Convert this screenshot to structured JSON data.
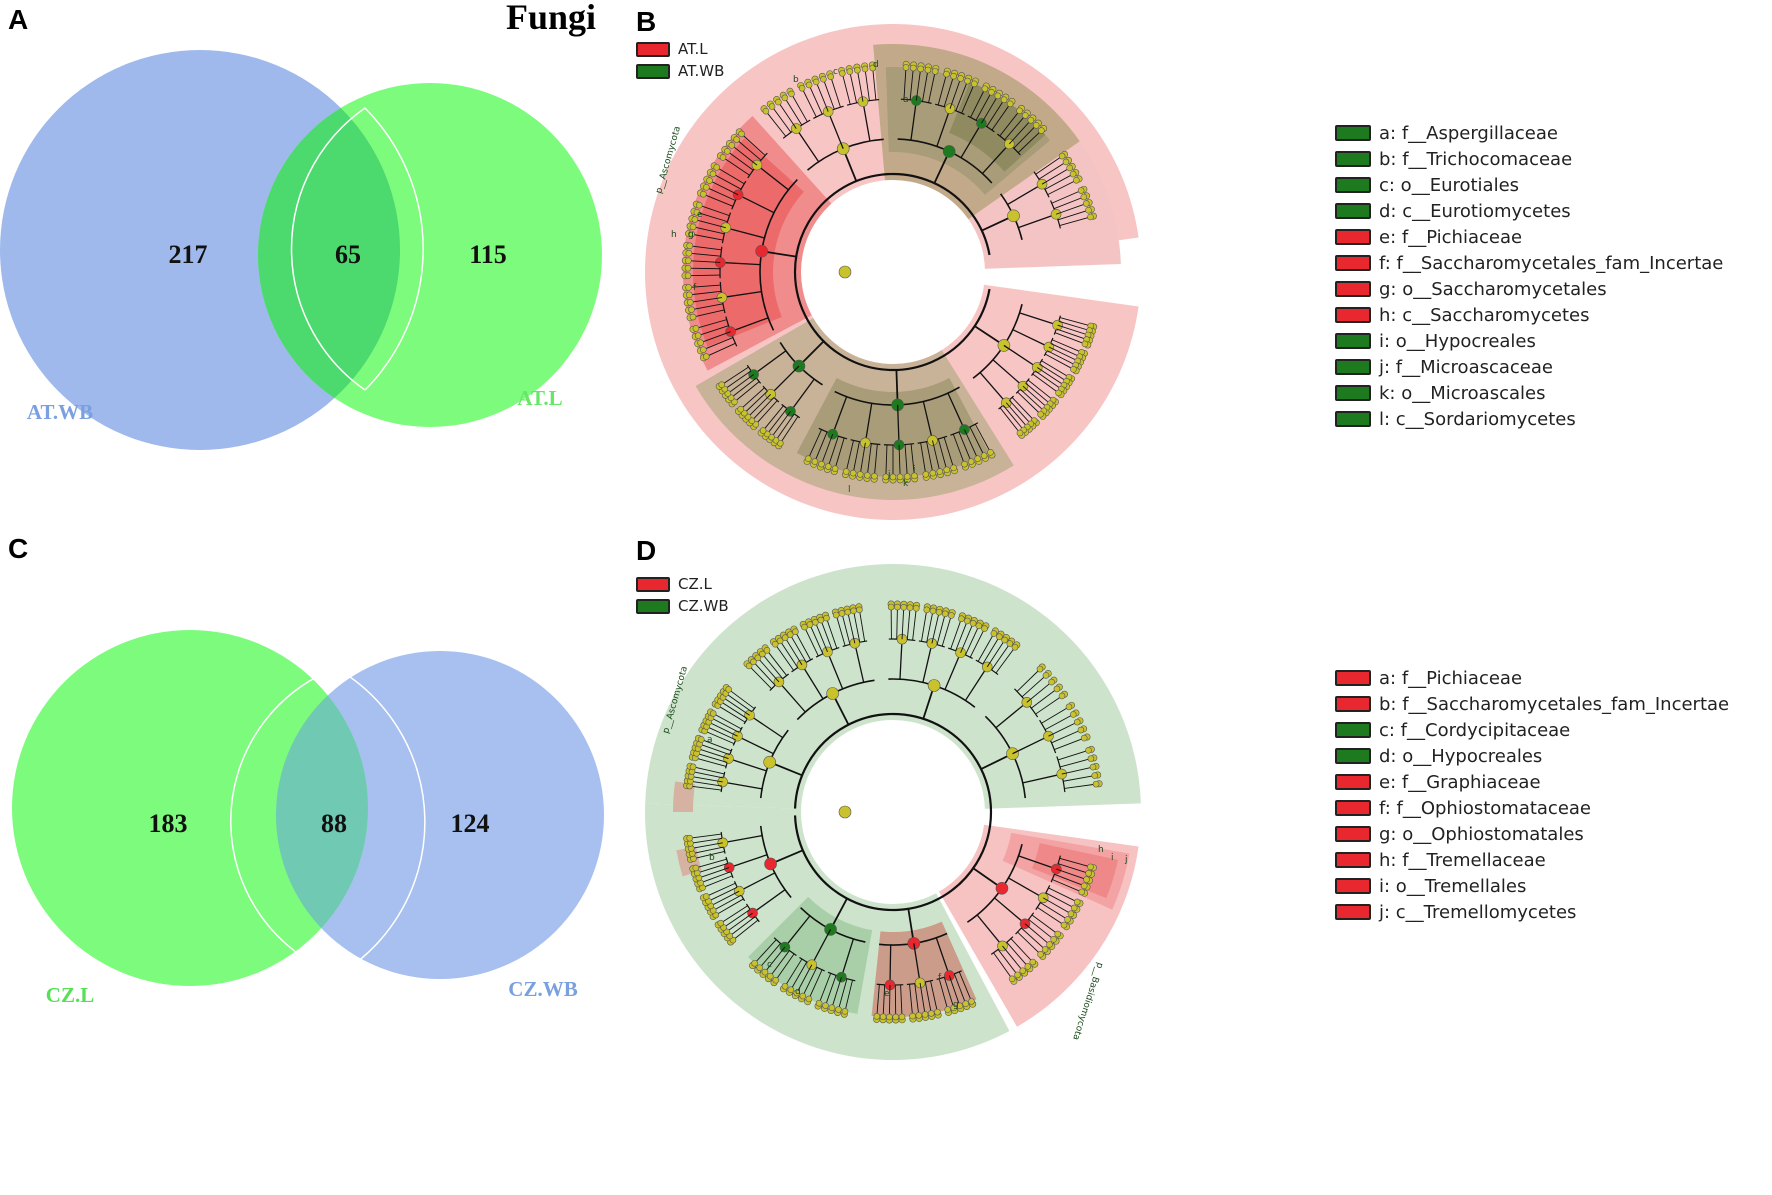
{
  "title": "Fungi",
  "panels": {
    "A": {
      "letter": "A",
      "venn": {
        "left": {
          "label": "AT.WB",
          "count": "217",
          "color": "#9fb9ec"
        },
        "overlap": {
          "count": "65",
          "color": "#4cd96e"
        },
        "right": {
          "label": "AT.L",
          "count": "115",
          "color": "#7dfb7d"
        }
      }
    },
    "B": {
      "letter": "B",
      "groups": [
        {
          "label": "AT.L",
          "color": "#e8282e"
        },
        {
          "label": "AT.WB",
          "color": "#1e7a1e"
        }
      ],
      "phylum_label": "p__Ascomycota",
      "sector_labels": [
        "b",
        "c",
        "d",
        "a",
        "h",
        "g",
        "e",
        "f",
        "l",
        "k",
        "j",
        "i"
      ],
      "legend": [
        {
          "text": "a: f__Aspergillaceae",
          "color": "green"
        },
        {
          "text": "b: f__Trichocomaceae",
          "color": "green"
        },
        {
          "text": "c: o__Eurotiales",
          "color": "green"
        },
        {
          "text": "d: c__Eurotiomycetes",
          "color": "green"
        },
        {
          "text": "e: f__Pichiaceae",
          "color": "red"
        },
        {
          "text": "f: f__Saccharomycetales_fam_Incertae",
          "color": "red"
        },
        {
          "text": "g: o__Saccharomycetales",
          "color": "red"
        },
        {
          "text": "h: c__Saccharomycetes",
          "color": "red"
        },
        {
          "text": "i: o__Hypocreales",
          "color": "green"
        },
        {
          "text": "j: f__Microascaceae",
          "color": "green"
        },
        {
          "text": "k: o__Microascales",
          "color": "green"
        },
        {
          "text": "l: c__Sordariomycetes",
          "color": "green"
        }
      ]
    },
    "C": {
      "letter": "C",
      "venn": {
        "left": {
          "label": "CZ.L",
          "count": "183",
          "color": "#7dfb7d"
        },
        "overlap": {
          "count": "88",
          "color": "#6fc9b3"
        },
        "right": {
          "label": "CZ.WB",
          "count": "124",
          "color": "#a7c0f0"
        }
      }
    },
    "D": {
      "letter": "D",
      "groups": [
        {
          "label": "CZ.L",
          "color": "#e8282e"
        },
        {
          "label": "CZ.WB",
          "color": "#1e7a1e"
        }
      ],
      "phylum_labels": [
        "p__Ascomycota",
        "p__Basidiomycota"
      ],
      "sector_labels": [
        "a",
        "b",
        "c",
        "d",
        "e",
        "f",
        "g",
        "h",
        "i",
        "j"
      ],
      "legend": [
        {
          "text": "a: f__Pichiaceae",
          "color": "red"
        },
        {
          "text": "b: f__Saccharomycetales_fam_Incertae",
          "color": "red"
        },
        {
          "text": "c: f__Cordycipitaceae",
          "color": "green"
        },
        {
          "text": "d: o__Hypocreales",
          "color": "green"
        },
        {
          "text": "e: f__Graphiaceae",
          "color": "red"
        },
        {
          "text": "f: f__Ophiostomataceae",
          "color": "red"
        },
        {
          "text": "g: o__Ophiostomatales",
          "color": "red"
        },
        {
          "text": "h: f__Tremellaceae",
          "color": "red"
        },
        {
          "text": "i: o__Tremellales",
          "color": "red"
        },
        {
          "text": "j: c__Tremellomycetes",
          "color": "red"
        }
      ]
    }
  }
}
